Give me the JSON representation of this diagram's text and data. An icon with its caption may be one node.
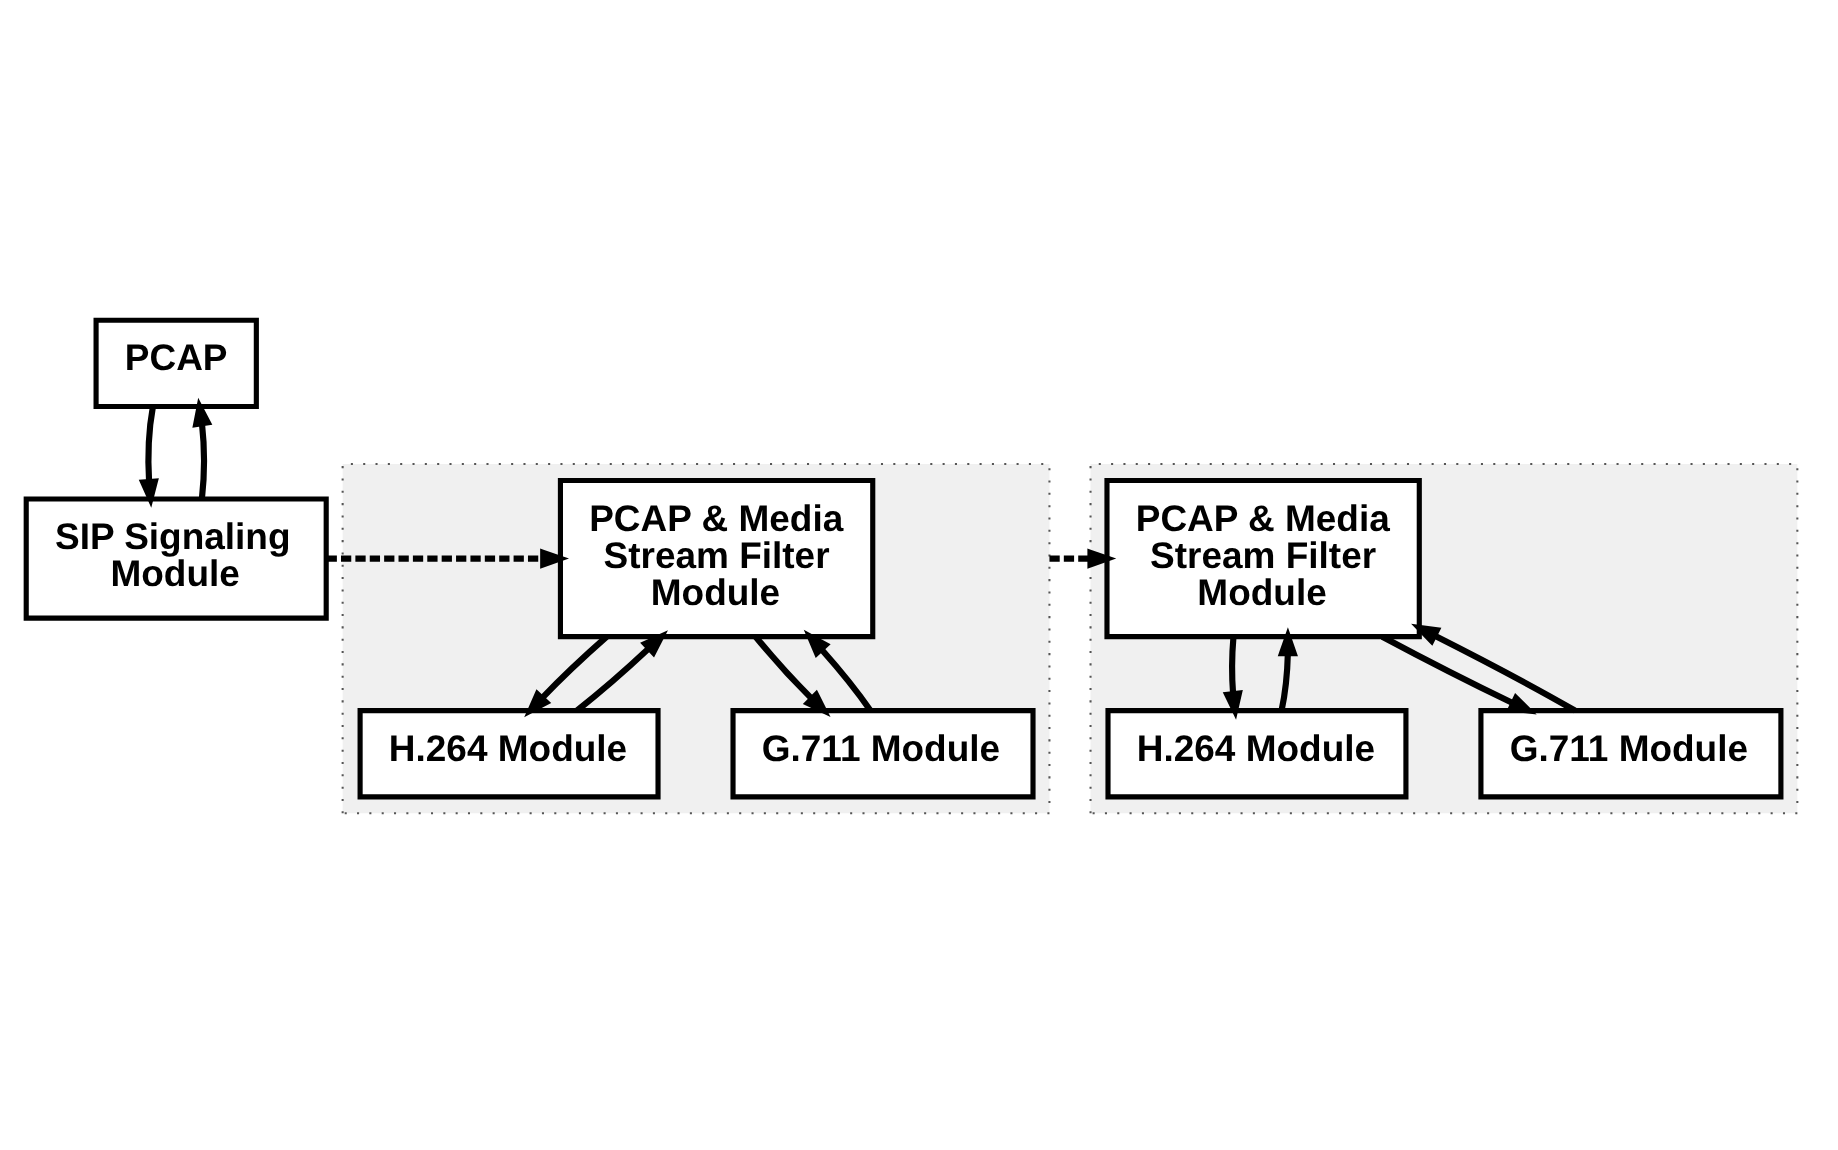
{
  "diagram": {
    "nodes": [
      {
        "text": [
          "PCAP"
        ]
      },
      {
        "text": [
          "SIP Signaling Module"
        ]
      },
      {
        "text": [],
        "shape": "box"
      },
      {
        "text": [
          "PCAP & Media Stream Filter Module"
        ],
        "in": 2
      },
      {
        "text": [
          "H.264 Module"
        ],
        "in": 2
      },
      {
        "text": [
          "G.711 Module"
        ],
        "in": 2
      },
      {
        "text": [],
        "shape": "box"
      },
      {
        "text": [
          "PCAP & Media Stream Filter Module"
        ],
        "in": 6
      },
      {
        "text": [
          "H.264 Module"
        ],
        "in": 6
      },
      {
        "text": [
          "G.711 Module"
        ],
        "in": 6
      }
    ],
    "edges": [
      {
        "from": 0,
        "to": 1,
        "arrow": "to"
      },
      {
        "from": 1,
        "to": 0,
        "arrow": "to"
      },
      {
        "from": 1,
        "to": 3,
        "arrow": "to",
        "style": "dashed"
      },
      {
        "from": 3,
        "to": 4,
        "arrow": "to"
      },
      {
        "from": 3,
        "to": 5,
        "arrow": "to"
      },
      {
        "from": 5,
        "to": 3,
        "arrow": "to"
      },
      {
        "from": 4,
        "to": 3,
        "arrow": "to"
      },
      {
        "from": 2,
        "to": 7,
        "arrow": "to",
        "style": "dashed"
      },
      {
        "from": 7,
        "to": 8,
        "arrow": "to"
      },
      {
        "from": 7,
        "to": 9,
        "arrow": "to"
      },
      {
        "from": 9,
        "to": 7,
        "arrow": "to"
      },
      {
        "from": 8,
        "to": 7,
        "arrow": "to"
      }
    ]
  }
}
